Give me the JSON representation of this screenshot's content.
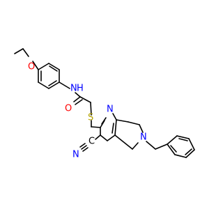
{
  "molecule": {
    "atoms": {
      "O_ether": "O",
      "N_amide": "N",
      "H_amide": "H",
      "O_carbonyl": "O",
      "S_thio": "S",
      "N_pyridine": "N",
      "N_piperidine": "N",
      "N_nitrile": "N",
      "C_nitrile": "C"
    },
    "colors": {
      "bond": "#000000",
      "oxygen": "#ff0000",
      "nitrogen": "#0000ff",
      "sulfur": "#b2a100",
      "carbon": "#000000"
    }
  }
}
